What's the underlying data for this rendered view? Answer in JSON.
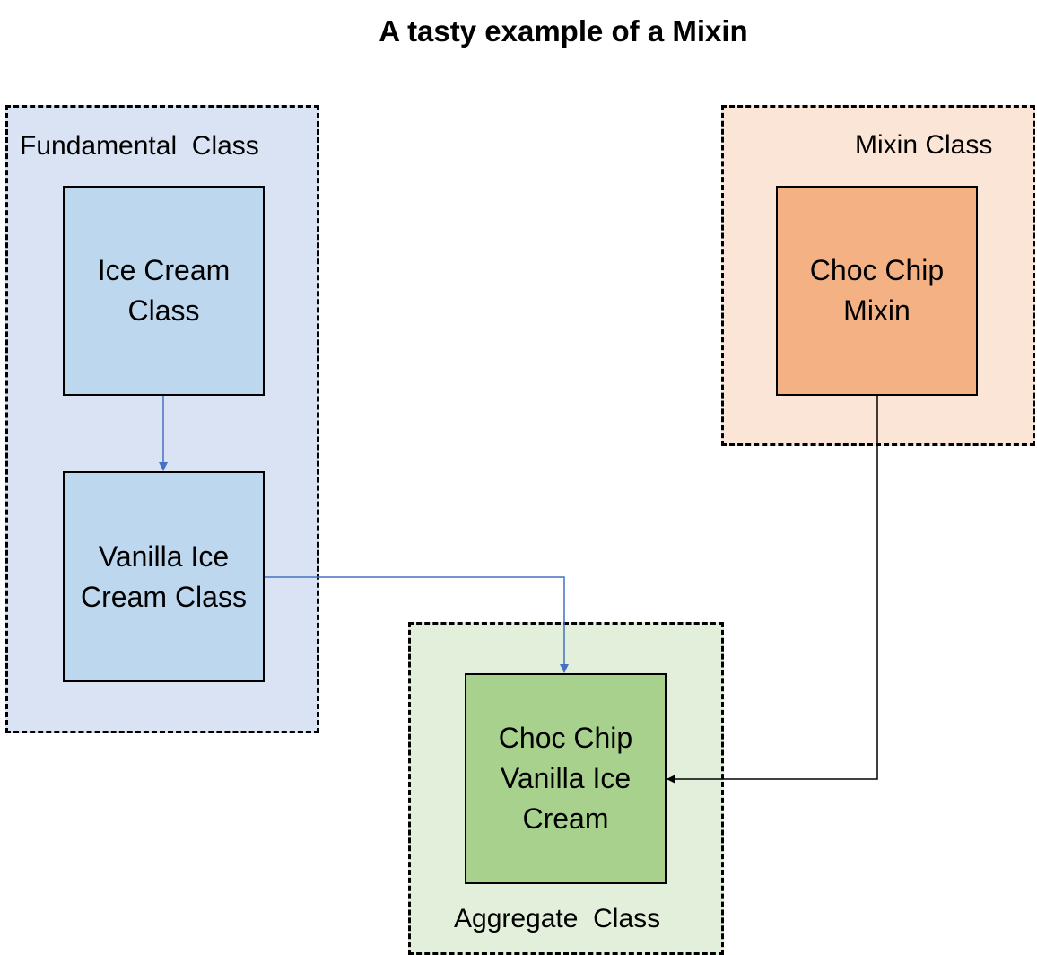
{
  "title": "A tasty example of a Mixin",
  "groups": {
    "fundamental": "Fundamental  Class",
    "mixin": "Mixin Class",
    "aggregate": "Aggregate  Class"
  },
  "boxes": {
    "ice_cream": "Ice Cream\nClass",
    "vanilla": "Vanilla Ice\nCream Class",
    "choc_chip_mixin": "Choc Chip\nMixin",
    "aggregate": "Choc Chip\nVanilla Ice\nCream"
  },
  "colors": {
    "fundamental_group_bg": "#dae3f3",
    "mixin_group_bg": "#fbe5d6",
    "aggregate_group_bg": "#e2efda",
    "class_box": "#bdd7ee",
    "mixin_box": "#f4b183",
    "aggregate_box": "#a9d18e",
    "blue_connector": "#4472c4",
    "black_connector": "#000000"
  }
}
